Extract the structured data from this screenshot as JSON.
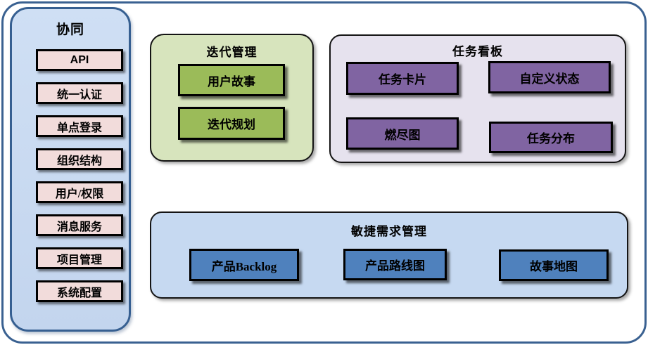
{
  "diagram": {
    "sidebar": {
      "title": "协同",
      "items": [
        "API",
        "统一认证",
        "单点登录",
        "组织结构",
        "用户/权限",
        "消息服务",
        "项目管理",
        "系统配置"
      ]
    },
    "groups": {
      "iteration": {
        "title": "迭代管理",
        "items": [
          "用户故事",
          "迭代规划"
        ]
      },
      "kanban": {
        "title": "任务看板",
        "items": [
          "任务卡片",
          "自定义状态",
          "燃尽图",
          "任务分布"
        ]
      },
      "agile": {
        "title": "敏捷需求管理",
        "items": [
          "产品Backlog",
          "产品路线图",
          "故事地图"
        ]
      }
    },
    "colors": {
      "frame_border": "#3a6191",
      "sidebar_fill": "#c7d8f0",
      "sidebar_border": "#365f91",
      "sidebar_item_fill": "#f2dcdb",
      "iteration_fill": "#d7e4bd",
      "iteration_item_fill": "#9bbb59",
      "kanban_fill": "#e6e2ee",
      "kanban_item_fill": "#8064a2",
      "agile_fill": "#c6d9f1",
      "agile_item_fill": "#4f81bd",
      "node_border": "#000000",
      "container_border": "#141414",
      "text": "#000000"
    }
  }
}
